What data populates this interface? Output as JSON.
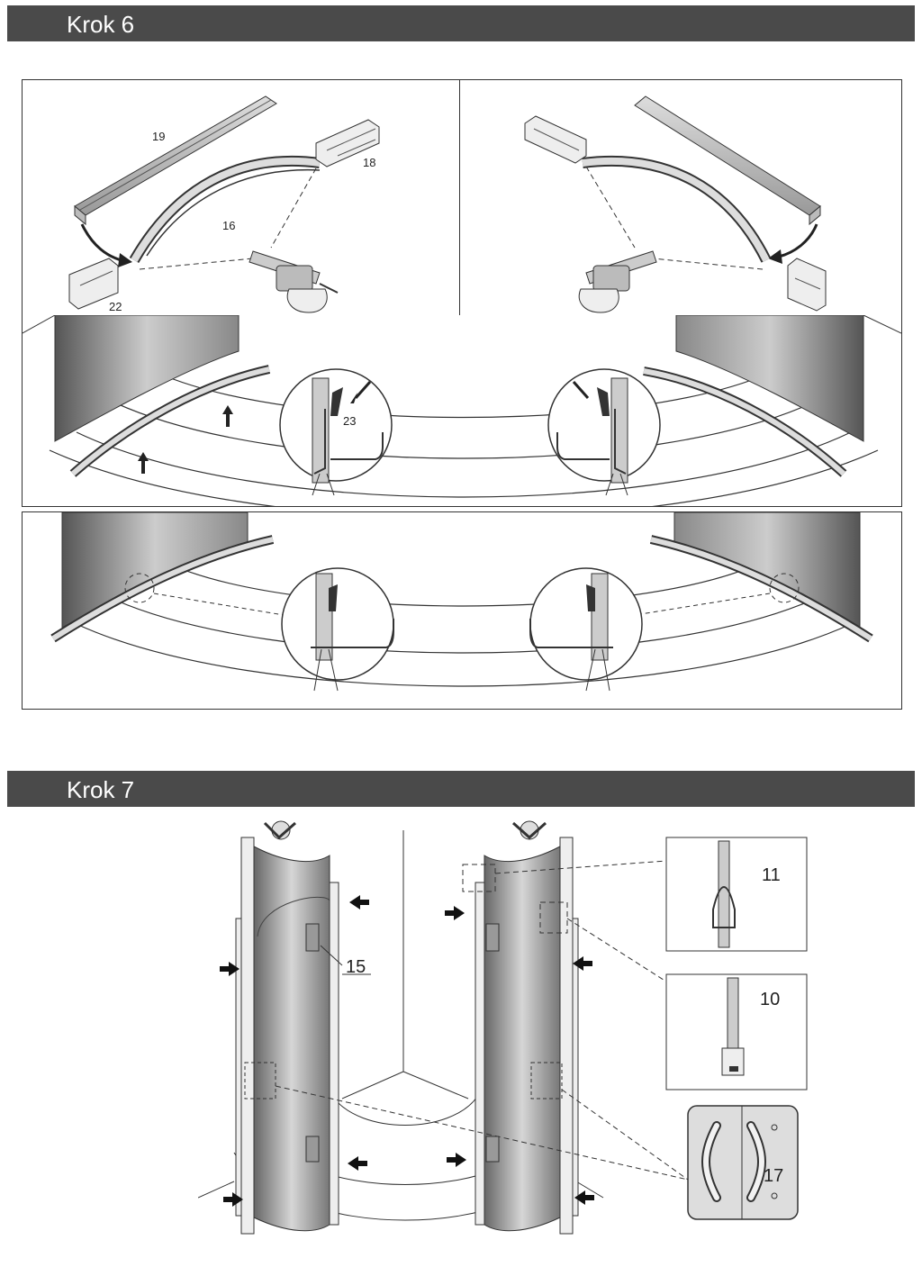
{
  "step6": {
    "title": "Krok 6",
    "parts": {
      "p19": "19",
      "p18": "18",
      "p16": "16",
      "p22": "22",
      "p23": "23"
    }
  },
  "step7": {
    "title": "Krok 7",
    "parts": {
      "p15": "15",
      "p11": "11",
      "p10": "10",
      "p17": "17"
    }
  },
  "colors": {
    "header_bg": "#4a4a4a",
    "header_text": "#ffffff"
  }
}
